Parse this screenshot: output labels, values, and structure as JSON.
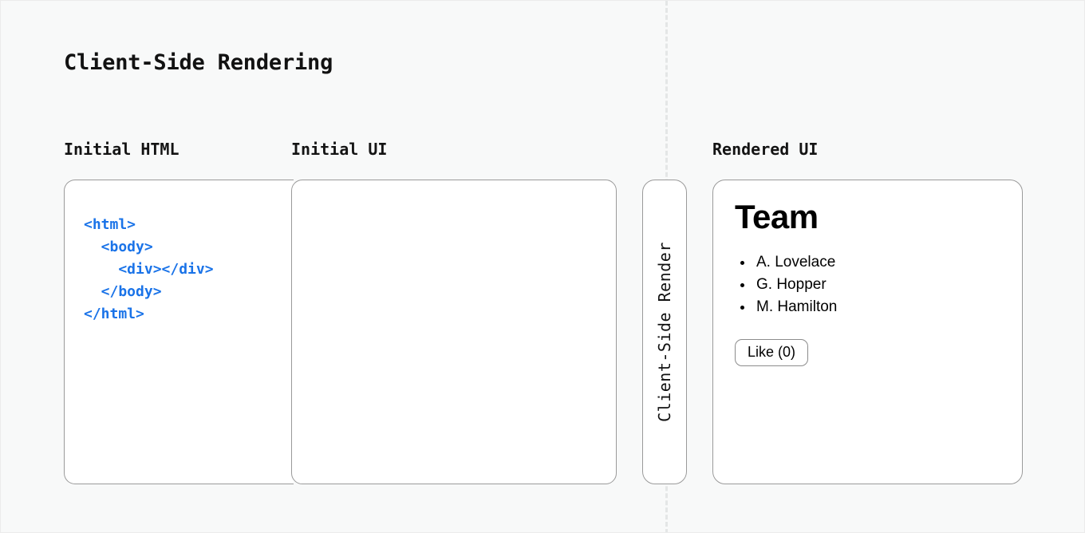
{
  "page": {
    "title": "Client-Side Rendering",
    "background_color": "#f8f9f9"
  },
  "columns": {
    "initial_html_label": "Initial HTML",
    "initial_ui_label": "Initial UI",
    "rendered_ui_label": "Rendered UI"
  },
  "code_panel": {
    "language": "html",
    "code_color": "#1a73e8",
    "lines": [
      "<html>",
      "  <body>",
      "    <div></div>",
      "  </body>",
      "</html>"
    ],
    "code_text": "<html>\n  <body>\n    <div></div>\n  </body>\n</html>"
  },
  "initial_ui_panel": {
    "content": "",
    "note": "empty"
  },
  "render_step": {
    "label": "Client-Side Render",
    "orientation": "vertical"
  },
  "rendered_ui": {
    "heading": "Team",
    "members": [
      "A. Lovelace",
      "G. Hopper",
      "M. Hamilton"
    ],
    "like_button_label": "Like (0)"
  }
}
